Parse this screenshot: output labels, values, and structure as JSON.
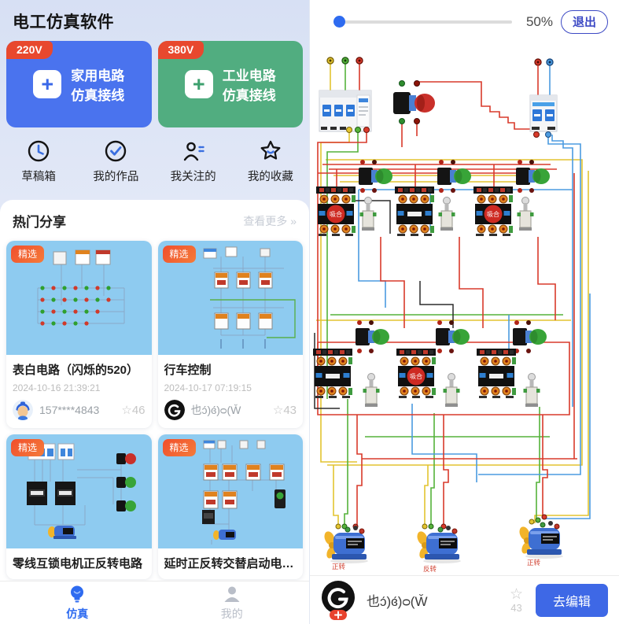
{
  "left": {
    "app_title": "电工仿真软件",
    "home_card": {
      "badge": "220V",
      "line1": "家用电路",
      "line2": "仿真接线"
    },
    "industrial_card": {
      "badge": "380V",
      "line1": "工业电路",
      "line2": "仿真接线"
    },
    "quick_actions": [
      {
        "label": "草稿箱"
      },
      {
        "label": "我的作品"
      },
      {
        "label": "我关注的"
      },
      {
        "label": "我的收藏"
      }
    ],
    "hot_section": {
      "title": "热门分享",
      "more": "查看更多 »"
    },
    "cards": [
      {
        "badge": "精选",
        "title": "表白电路（闪烁的520）",
        "date": "2024-10-16 21:39:21",
        "author": "157****4843",
        "stars": "46"
      },
      {
        "badge": "精选",
        "title": "行车控制",
        "date": "2024-10-17 07:19:15",
        "author": "也ɔ́)ɞ́)ᴑ(W̆",
        "stars": "43"
      },
      {
        "badge": "精选",
        "title": "零线互锁电机正反转电路"
      },
      {
        "badge": "精选",
        "title": "延时正反转交替启动电…"
      }
    ],
    "nav": [
      {
        "label": "仿真"
      },
      {
        "label": "我的"
      }
    ]
  },
  "right": {
    "toolbar": {
      "zoom_value": "50%",
      "exit_label": "退出"
    },
    "circuit": {
      "contactor_state_label": "吸合",
      "motor_labels": [
        "正转",
        "反转",
        "正转"
      ]
    },
    "bottom_bar": {
      "username": "也ɔ́)ɞ́)ᴑ(W̆",
      "stars": "43",
      "edit_label": "去编辑"
    }
  },
  "icons": {
    "plus": "+",
    "star": "☆"
  },
  "colors": {
    "accent_blue": "#2e6bf0",
    "card_blue": "#4a73ee",
    "card_green": "#51ad80",
    "badge_red": "#e8482e",
    "thumb_bg": "#8ecbf0",
    "exit_indigo": "#3c49c4",
    "edit_blue": "#3e68e6"
  }
}
